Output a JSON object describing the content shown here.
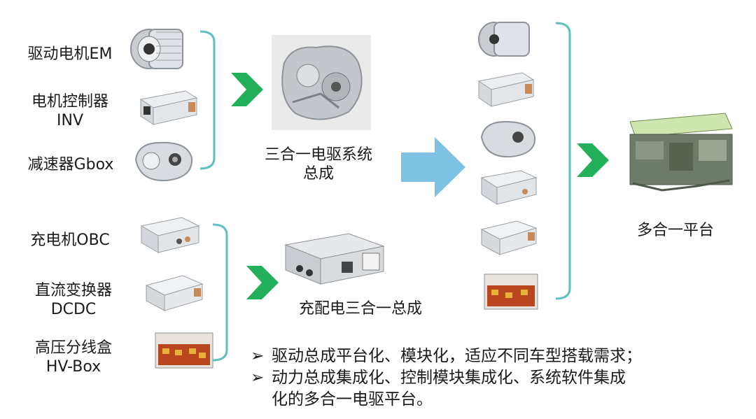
{
  "inputs_drive": [
    {
      "name": "驱动电机EM"
    },
    {
      "name": "电机控制器",
      "sub": "INV"
    },
    {
      "name": "减速器Gbox"
    }
  ],
  "inputs_power": [
    {
      "name": "充电机OBC"
    },
    {
      "name": "直流变换器",
      "sub": "DCDC"
    },
    {
      "name": "高压分线盒",
      "sub": "HV-Box"
    }
  ],
  "outputs": {
    "drive_line1": "三合一电驱系统",
    "drive_line2": "总成",
    "power": "充配电三合一总成",
    "platform": "多合一平台"
  },
  "bullets": [
    "驱动总成平台化、模块化，适应不同车型搭载需求；",
    "动力总成集成化、控制模块集成化、系统软件集成",
    "化的多合一电驱平台。"
  ],
  "bullet_marker": "➢",
  "colors": {
    "bracket": "#5fc0bf",
    "chevron": "#22b05a",
    "big_arrow": "#7ec2e3"
  }
}
